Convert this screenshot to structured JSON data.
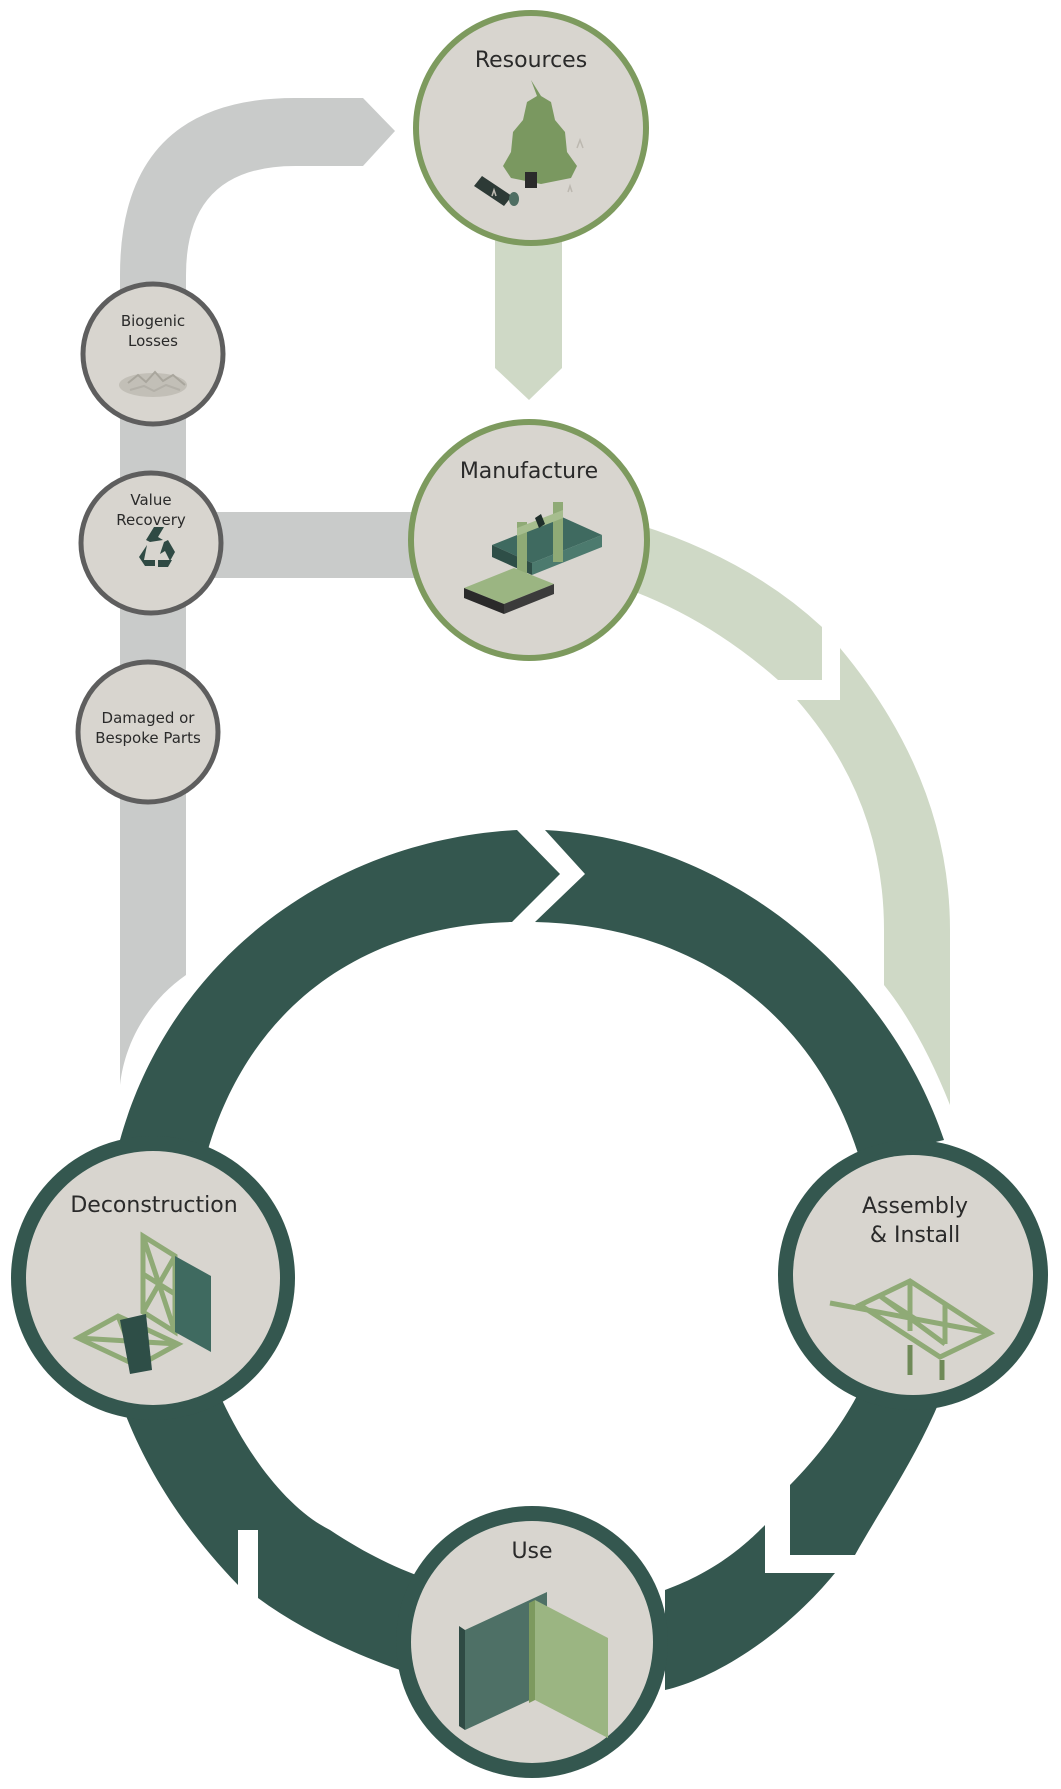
{
  "colors": {
    "dark_green": "#34574f",
    "light_green": "#cfd9c6",
    "gray_flow": "#c9cbca",
    "node_fill": "#d8d5cf",
    "ring_green": "#7d9a5e",
    "ring_gray": "#5e5e5e",
    "accent_green": "#8faa76",
    "tree_green": "#7a9860"
  },
  "nodes": {
    "resources": {
      "label": "Resources",
      "icon": "tree-icon"
    },
    "manufacture": {
      "label": "Manufacture",
      "icon": "cnc-machine-icon"
    },
    "assembly": {
      "label_line1": "Assembly",
      "label_line2": "& Install",
      "icon": "truss-assembly-icon"
    },
    "use": {
      "label": "Use",
      "icon": "panel-icon"
    },
    "deconstruction": {
      "label": "Deconstruction",
      "icon": "deconstruction-icon"
    },
    "biogenic": {
      "label_line1": "Biogenic",
      "label_line2": "Losses",
      "icon": "debris-icon"
    },
    "value": {
      "label_line1": "Value",
      "label_line2": "Recovery",
      "icon": "recycle-icon"
    },
    "damaged": {
      "label_line1": "Damaged or",
      "label_line2": "Bespoke Parts"
    }
  }
}
